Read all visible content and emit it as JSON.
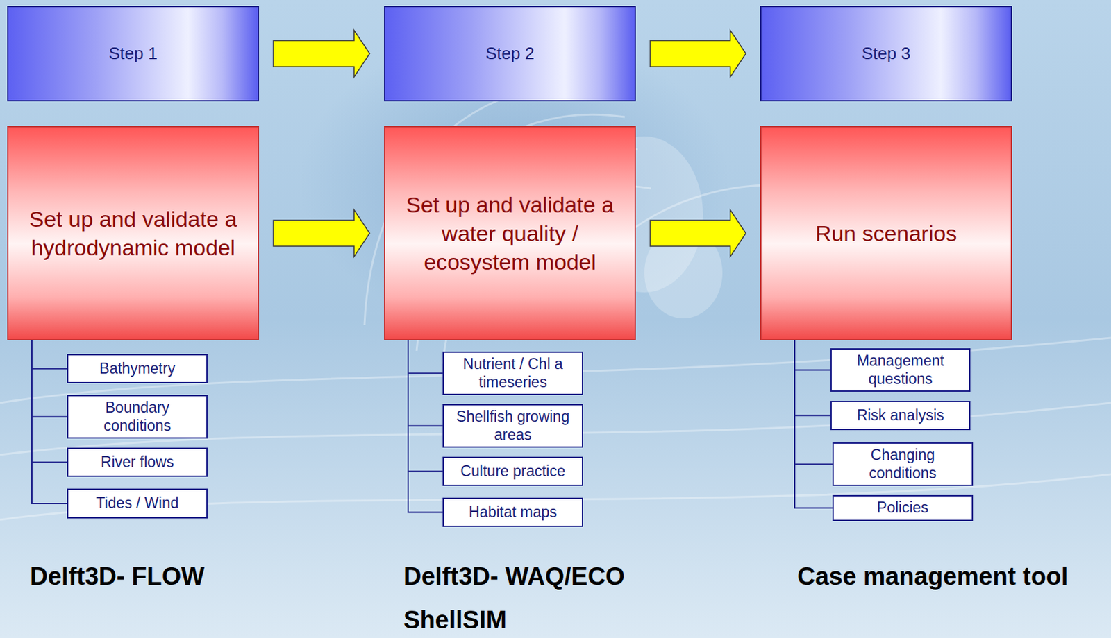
{
  "diagram": {
    "nodes": [
      {
        "text": [
          "Step 1"
        ]
      },
      {
        "text": [
          "Step 2"
        ]
      },
      {
        "text": [
          "Step 3"
        ]
      },
      {
        "text": [
          "Set up and validate a hydrodynamic model"
        ]
      },
      {
        "text": [
          "Set up and validate a water quality / ecosystem model"
        ]
      },
      {
        "text": [
          "Run scenarios"
        ]
      },
      {
        "text": [
          "Bathymetry"
        ]
      },
      {
        "text": [
          "Boundary conditions"
        ]
      },
      {
        "text": [
          "River flows"
        ]
      },
      {
        "text": [
          "Tides / Wind"
        ]
      },
      {
        "text": [
          "Nutrient / Chl a timeseries"
        ]
      },
      {
        "text": [
          "Shellfish growing areas"
        ]
      },
      {
        "text": [
          "Culture practice"
        ]
      },
      {
        "text": [
          "Habitat maps"
        ]
      },
      {
        "text": [
          "Management questions"
        ]
      },
      {
        "text": [
          "Risk analysis"
        ]
      },
      {
        "text": [
          "Changing conditions"
        ]
      },
      {
        "text": [
          "Policies"
        ]
      }
    ],
    "edges": [
      {
        "from": 0,
        "to": 1,
        "arrow": "to"
      },
      {
        "from": 1,
        "to": 2,
        "arrow": "to"
      },
      {
        "from": 3,
        "to": 4,
        "arrow": "to"
      },
      {
        "from": 4,
        "to": 5,
        "arrow": "to"
      },
      {
        "from": 3,
        "to": 6,
        "arrow": "none"
      },
      {
        "from": 3,
        "to": 7,
        "arrow": "none"
      },
      {
        "from": 3,
        "to": 8,
        "arrow": "none"
      },
      {
        "from": 3,
        "to": 9,
        "arrow": "none"
      },
      {
        "from": 4,
        "to": 10,
        "arrow": "none"
      },
      {
        "from": 4,
        "to": 11,
        "arrow": "none"
      },
      {
        "from": 4,
        "to": 12,
        "arrow": "none"
      },
      {
        "from": 4,
        "to": 13,
        "arrow": "none"
      },
      {
        "from": 5,
        "to": 14,
        "arrow": "none"
      },
      {
        "from": 5,
        "to": 15,
        "arrow": "none"
      },
      {
        "from": 5,
        "to": 16,
        "arrow": "none"
      },
      {
        "from": 5,
        "to": 17,
        "arrow": "none"
      }
    ],
    "labels": [
      "Delft3D- FLOW",
      "Delft3D- WAQ/ECO",
      "ShellSIM",
      "Case management tool"
    ]
  }
}
